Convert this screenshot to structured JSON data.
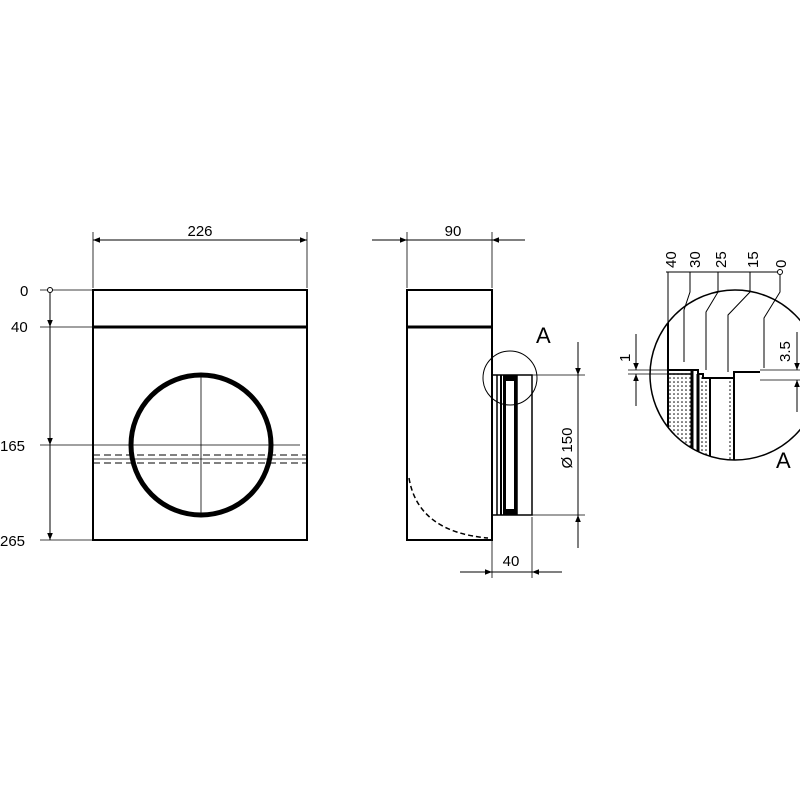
{
  "front_view": {
    "width_label": "226",
    "levels": [
      "0",
      "40",
      "165",
      "265"
    ]
  },
  "side_view": {
    "depth_label": "90",
    "diameter_label": "Ø 150",
    "spigot_label": "40",
    "detail_marker": "A"
  },
  "detail_view": {
    "title": "A",
    "top_labels": [
      "40",
      "30",
      "25",
      "15",
      "0"
    ],
    "left_label": "1",
    "right_label": "3.5"
  }
}
